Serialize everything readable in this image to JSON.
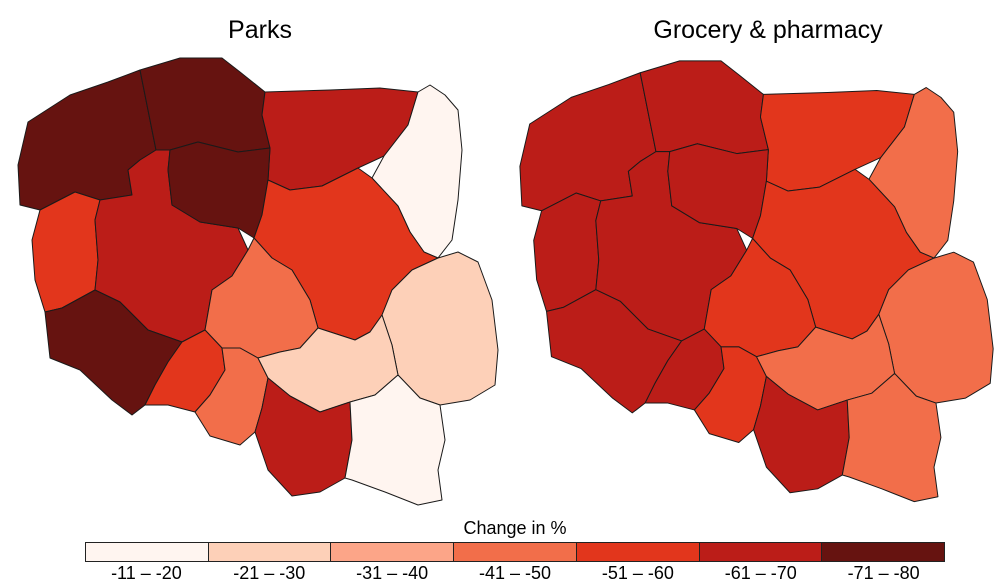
{
  "palette": {
    "c1": "#fff5f0",
    "c2": "#fdd0b8",
    "c3": "#fca588",
    "c4": "#f26e4a",
    "c5": "#e2361c",
    "c6": "#bb1d18",
    "c7": "#661310"
  },
  "maps": [
    {
      "title": "Parks",
      "regions": [
        {
          "name": "zachodniopomorskie",
          "level": 7
        },
        {
          "name": "pomorskie",
          "level": 7
        },
        {
          "name": "warminsko-mazurskie",
          "level": 6
        },
        {
          "name": "podlaskie",
          "level": 1
        },
        {
          "name": "lubuskie",
          "level": 5
        },
        {
          "name": "wielkopolskie",
          "level": 6
        },
        {
          "name": "kujawsko-pomorskie",
          "level": 7
        },
        {
          "name": "mazowieckie",
          "level": 5
        },
        {
          "name": "lodzkie",
          "level": 4
        },
        {
          "name": "lubelskie",
          "level": 2
        },
        {
          "name": "dolnoslaskie",
          "level": 7
        },
        {
          "name": "opolskie",
          "level": 5
        },
        {
          "name": "slaskie",
          "level": 4
        },
        {
          "name": "swietokrzyskie",
          "level": 2
        },
        {
          "name": "malopolskie",
          "level": 6
        },
        {
          "name": "podkarpackie",
          "level": 1
        }
      ]
    },
    {
      "title": "Grocery & pharmacy",
      "regions": [
        {
          "name": "zachodniopomorskie",
          "level": 6
        },
        {
          "name": "pomorskie",
          "level": 6
        },
        {
          "name": "warminsko-mazurskie",
          "level": 5
        },
        {
          "name": "podlaskie",
          "level": 4
        },
        {
          "name": "lubuskie",
          "level": 6
        },
        {
          "name": "wielkopolskie",
          "level": 6
        },
        {
          "name": "kujawsko-pomorskie",
          "level": 6
        },
        {
          "name": "mazowieckie",
          "level": 5
        },
        {
          "name": "lodzkie",
          "level": 5
        },
        {
          "name": "lubelskie",
          "level": 4
        },
        {
          "name": "dolnoslaskie",
          "level": 6
        },
        {
          "name": "opolskie",
          "level": 6
        },
        {
          "name": "slaskie",
          "level": 5
        },
        {
          "name": "swietokrzyskie",
          "level": 4
        },
        {
          "name": "malopolskie",
          "level": 6
        },
        {
          "name": "podkarpackie",
          "level": 4
        }
      ]
    }
  ],
  "legend": {
    "title": "Change in %",
    "bins": [
      {
        "label": "-11 – -20",
        "level": 1
      },
      {
        "label": "-21 – -30",
        "level": 2
      },
      {
        "label": "-31 – -40",
        "level": 3
      },
      {
        "label": "-41 – -50",
        "level": 4
      },
      {
        "label": "-51 – -60",
        "level": 5
      },
      {
        "label": "-61 – -70",
        "level": 6
      },
      {
        "label": "-71 – -80",
        "level": 7
      }
    ]
  }
}
